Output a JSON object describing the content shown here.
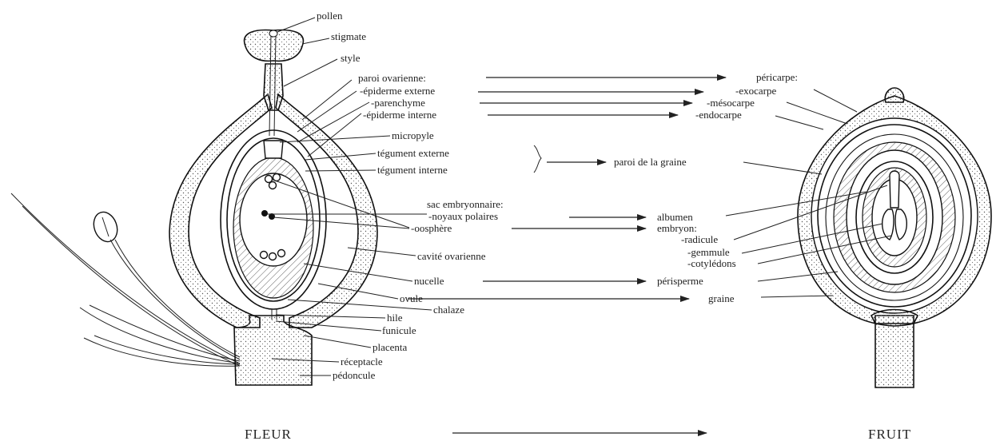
{
  "captions": {
    "left": "FLEUR",
    "right": "FRUIT"
  },
  "flower_labels": {
    "pollen": "pollen",
    "stigmate": "stigmate",
    "style": "style",
    "paroi_ovarienne": "paroi ovarienne:",
    "epiderme_externe": "-épiderme externe",
    "parenchyme": "-parenchyme",
    "epiderme_interne": "-épiderme interne",
    "micropyle": "micropyle",
    "tegument_externe": "tégument externe",
    "tegument_interne": "tégument interne",
    "sac_embryonnaire": "sac embryonnaire:",
    "noyaux_polaires": "-noyaux polaires",
    "oosphere": "-oosphère",
    "cavite_ovarienne": "cavité ovarienne",
    "nucelle": "nucelle",
    "ovule": "ovule",
    "chalaze": "chalaze",
    "hile": "hile",
    "funicule": "funicule",
    "placenta": "placenta",
    "receptacle": "réceptacle",
    "pedoncule": "pédoncule"
  },
  "fruit_labels": {
    "pericarpe": "péricarpe:",
    "exocarpe": "-exocarpe",
    "mesocarpe": "-mésocarpe",
    "endocarpe": "-endocarpe",
    "paroi_graine": "paroi de la graine",
    "albumen": "albumen",
    "embryon": "embryon:",
    "radicule": "-radicule",
    "gemmule": "-gemmule",
    "cotyledons": "-cotylédons",
    "perisperme": "périsperme",
    "graine": "graine"
  }
}
